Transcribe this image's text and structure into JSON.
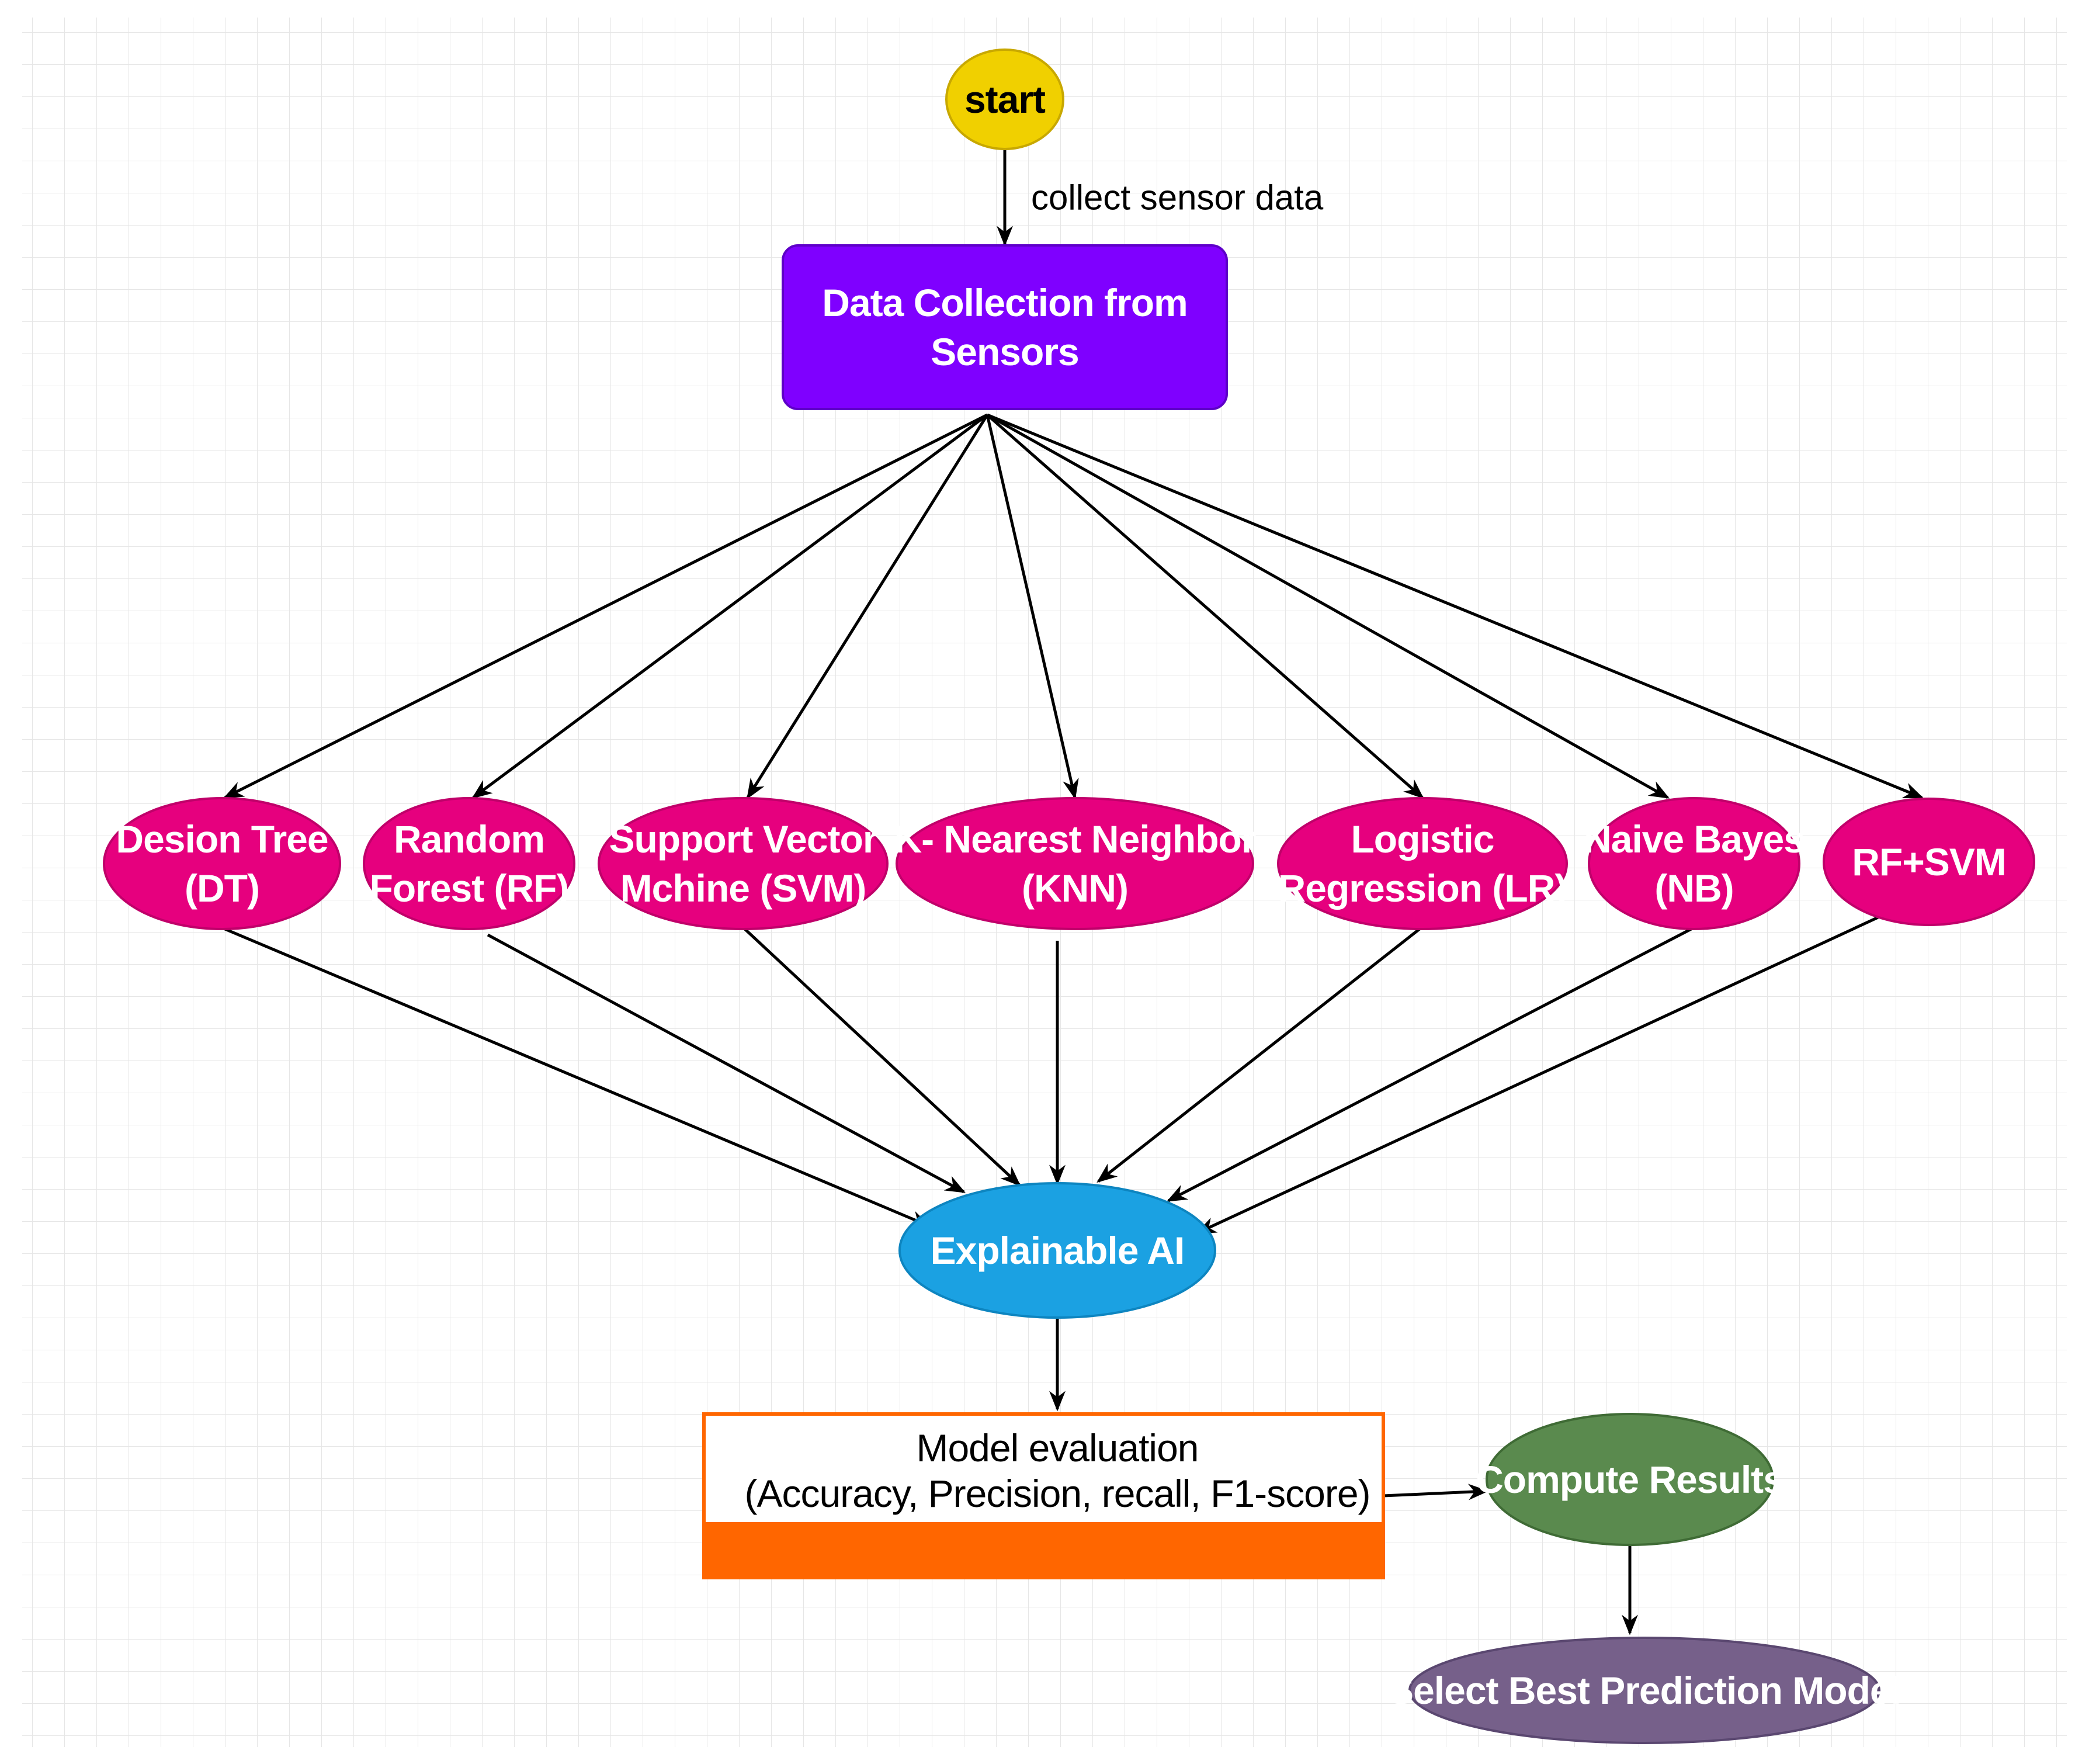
{
  "diagram": {
    "nodes": {
      "start": {
        "label": "start",
        "fill": "#f0d000",
        "text_color": "#000000"
      },
      "data_collection": {
        "lines": [
          "Data Collection from",
          "Sensors"
        ],
        "fill": "#7f00ff",
        "text_color": "#ffffff"
      },
      "dt": {
        "lines": [
          "Desion Tree",
          "(DT)"
        ],
        "fill": "#e6007e",
        "text_color": "#ffffff"
      },
      "rf": {
        "lines": [
          "Random",
          "Forest (RF)"
        ],
        "fill": "#e6007e",
        "text_color": "#ffffff"
      },
      "svm": {
        "lines": [
          "Support Vector",
          "Mchine (SVM)"
        ],
        "fill": "#e6007e",
        "text_color": "#ffffff"
      },
      "knn": {
        "lines": [
          "K- Nearest Neighbor",
          "(KNN)"
        ],
        "fill": "#e6007e",
        "text_color": "#ffffff"
      },
      "lr": {
        "lines": [
          "Logistic",
          "Regression (LR)"
        ],
        "fill": "#e6007e",
        "text_color": "#ffffff"
      },
      "nb": {
        "lines": [
          "Naive Bayes",
          "(NB)"
        ],
        "fill": "#e6007e",
        "text_color": "#ffffff"
      },
      "rfsvm": {
        "label": "RF+SVM",
        "fill": "#e6007e",
        "text_color": "#ffffff"
      },
      "xai": {
        "label": "Explainable AI",
        "fill": "#1ba1e2",
        "text_color": "#ffffff"
      },
      "model_eval": {
        "lines": [
          "Model evaluation",
          "(Accuracy, Precision, recall, F1-score)"
        ],
        "fill": "#ffffff",
        "border": "#ff6600",
        "band": "#ff6600",
        "text_color": "#000000"
      },
      "compute": {
        "label": "Compute Results",
        "fill": "#5a8a4e",
        "text_color": "#ffffff"
      },
      "select": {
        "label": "Select Best Prediction Model",
        "fill": "#76608a",
        "text_color": "#ffffff"
      }
    },
    "edge_labels": {
      "start_to_collection": "collect sensor data"
    }
  }
}
